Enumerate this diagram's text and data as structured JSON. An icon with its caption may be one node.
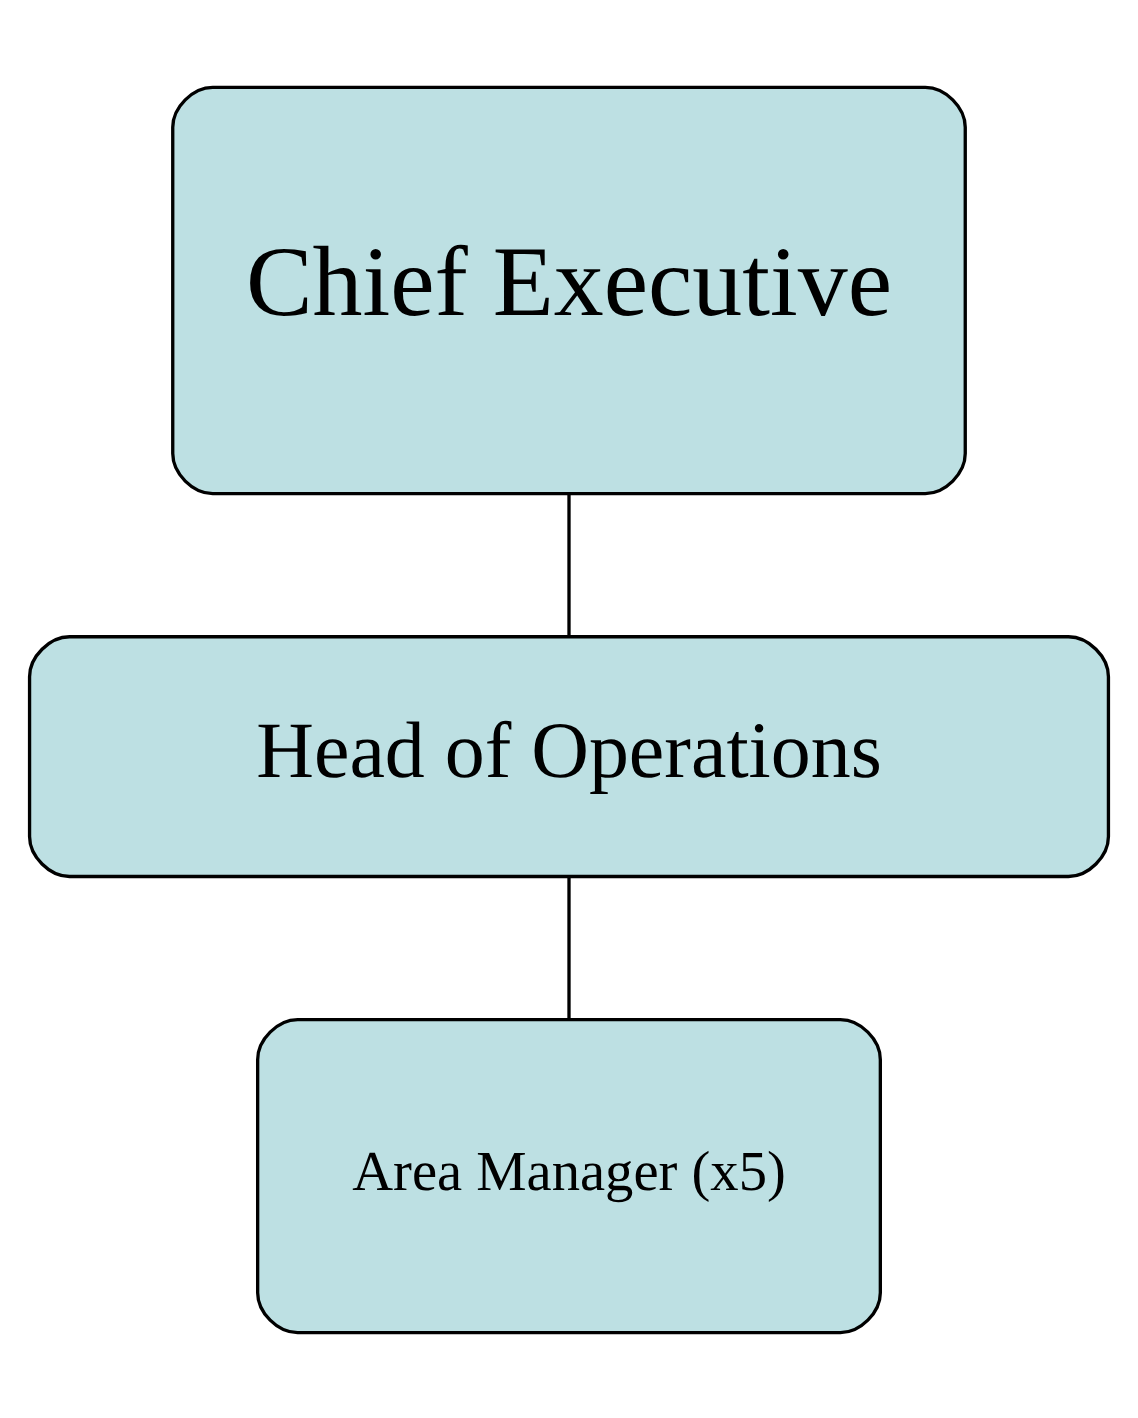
{
  "diagram": {
    "nodes": [
      {
        "text": [
          "Chief Executive"
        ]
      },
      {
        "text": [
          "Head of Operations"
        ]
      },
      {
        "text": [
          "Area Manager (x5)"
        ]
      }
    ],
    "edges": [
      {
        "from": 0,
        "to": 1,
        "arrow": "none"
      },
      {
        "from": 1,
        "to": 2,
        "arrow": "none"
      }
    ]
  }
}
